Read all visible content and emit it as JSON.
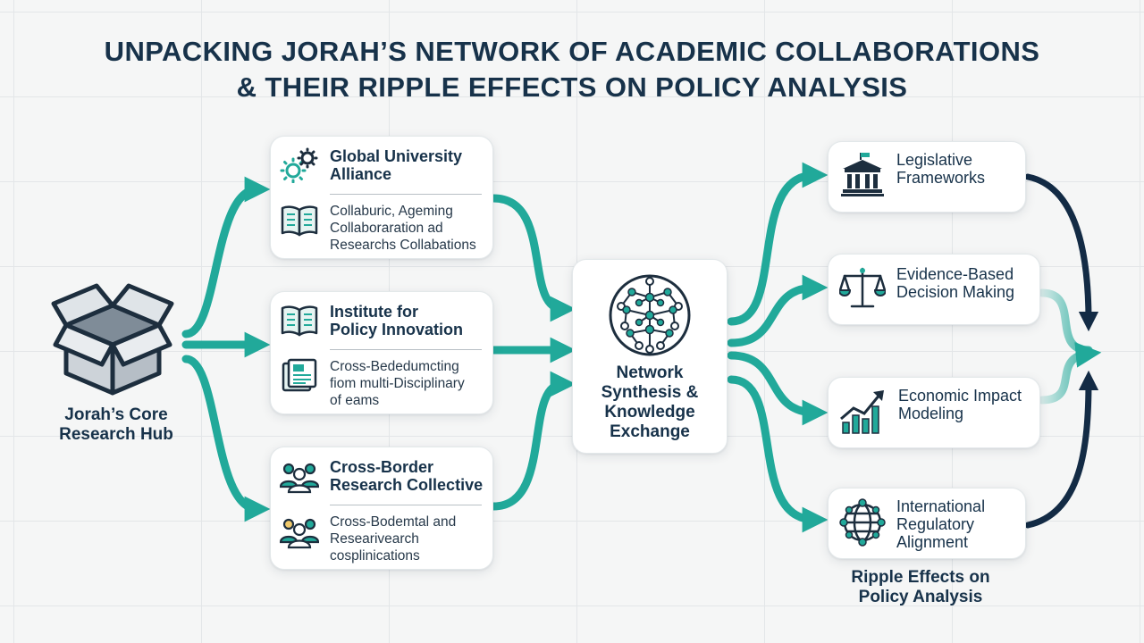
{
  "title": {
    "line1": "UNPACKING JORAH’S NETWORK OF ACADEMIC COLLABORATIONS",
    "line2": "& THEIR RIPPLE EFFECTS ON POLICY ANALYSIS"
  },
  "hub": {
    "label_line1": "Jorah’s Core",
    "label_line2": "Research Hub",
    "icon": "open-box-icon"
  },
  "collaborations": [
    {
      "title_line1": "Global University",
      "title_line2": "Alliance",
      "title_icon": "gears-icon",
      "desc_line1": "Collaburic, Ageming",
      "desc_line2": "Collaboraration ad",
      "desc_line3": "Researchs Collabations",
      "desc_icon": "open-book-icon"
    },
    {
      "title_line1": "Institute for",
      "title_line2": "Policy Innovation",
      "title_icon": "open-book-icon",
      "desc_line1": "Cross-Bededumcting",
      "desc_line2": "fiom multi-Disciplinary",
      "desc_line3": "of eams",
      "desc_icon": "documents-icon"
    },
    {
      "title_line1": "Cross-Border",
      "title_line2": "Research Collective",
      "title_icon": "team-icon",
      "desc_line1": "Cross-Bodemtal and",
      "desc_line2": "Researivearch",
      "desc_line3": "cosplinications",
      "desc_icon": "team-icon"
    }
  ],
  "synthesis": {
    "line1": "Network",
    "line2": "Synthesis &",
    "line3": "Knowledge",
    "line4": "Exchange",
    "icon": "network-brain-icon"
  },
  "effects": [
    {
      "line1": "Legislative",
      "line2": "Frameworks",
      "line3": "",
      "icon": "government-building-icon"
    },
    {
      "line1": "Evidence-Based",
      "line2": "Decision Making",
      "line3": "",
      "icon": "balance-scale-icon"
    },
    {
      "line1": "Economic Impact",
      "line2": "Modeling",
      "line3": "",
      "icon": "bar-chart-trend-icon"
    },
    {
      "line1": "International",
      "line2": "Regulatory",
      "line3": "Alignment",
      "icon": "globe-network-icon"
    }
  ],
  "ripple_label": {
    "line1": "Ripple Effects on",
    "line2": "Policy Analysis"
  },
  "colors": {
    "teal": "#21a99a",
    "navy": "#132b45",
    "teal_light": "#a8ddd6",
    "card_bg": "#ffffff",
    "text": "#17324a"
  }
}
